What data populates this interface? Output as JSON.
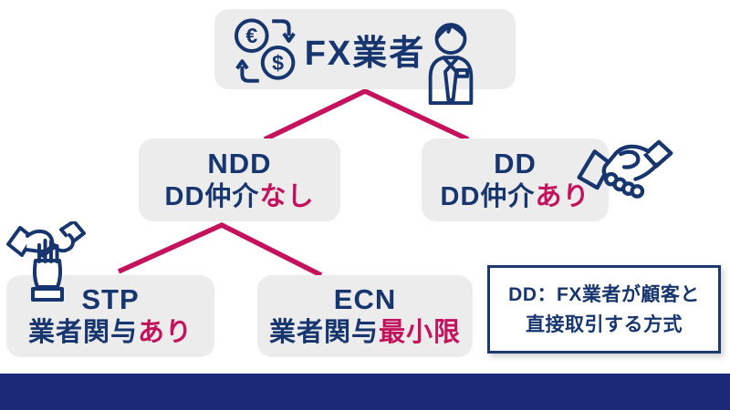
{
  "palette": {
    "navy": "#17356e",
    "crimson": "#c4125d",
    "box_gray": "#ececec",
    "bar_navy": "#1b2a78",
    "background": "#ffffff"
  },
  "root": {
    "label": "FX業者",
    "left_icon": "currency-exchange-icon",
    "right_icon": "businessman-icon"
  },
  "nodes": {
    "ndd": {
      "title": "NDD",
      "desc": "DD仲介",
      "accent": "なし"
    },
    "dd": {
      "title": "DD",
      "desc": "DD仲介",
      "accent": "あり",
      "icon": "handshake-icon"
    },
    "stp": {
      "title": "STP",
      "desc": "業者関与",
      "accent": "あり",
      "icon": "hands-together-icon"
    },
    "ecn": {
      "title": "ECN",
      "desc": "業者関与",
      "accent": "最小限"
    }
  },
  "note": {
    "line1": "DD：FX業者が顧客と",
    "line2": "直接取引する方式"
  }
}
